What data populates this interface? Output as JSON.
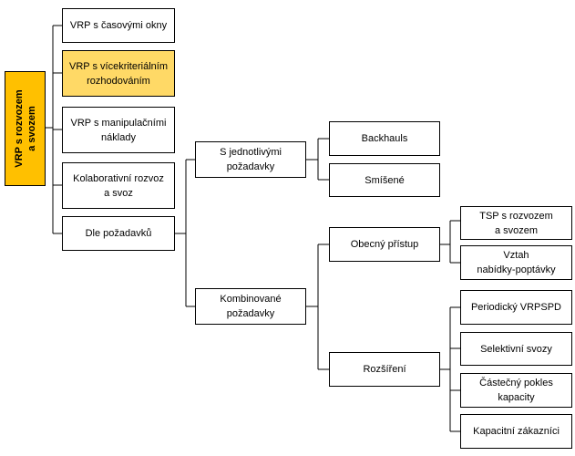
{
  "root": "VRP s rozvozem\na svozem",
  "level1": [
    "VRP s časovými okny",
    "VRP s vícekriteriálním\nrozhodováním",
    "VRP s manipulačními\nnáklady",
    "Kolaborativní rozvoz\na svoz",
    "Dle požadavků"
  ],
  "requirements": {
    "single": "S jednotlivými\npožadavky",
    "combined": "Kombinované\npožadavky"
  },
  "single_children": [
    "Backhauls",
    "Smíšené"
  ],
  "combined_children": {
    "general": "Obecný přístup",
    "extension": "Rozšíření"
  },
  "general_children": [
    "TSP s rozvozem\na svozem",
    "Vztah\nnabídky-poptávky"
  ],
  "extension_children": [
    "Periodický VRPSPD",
    "Selektivní svozy",
    "Částečný pokles\nkapacity",
    "Kapacitní zákazníci"
  ],
  "colors": {
    "root_fill": "#ffc000",
    "highlight_fill": "#ffd966",
    "line": "#000000"
  }
}
